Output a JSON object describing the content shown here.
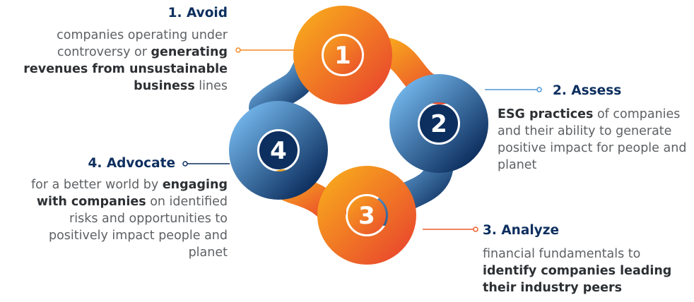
{
  "steps": [
    {
      "number": "1",
      "title": "1. Avoid",
      "desc": [
        {
          "text": "companies operating under controversy or ",
          "bold": false
        },
        {
          "text": "generating revenues from unsustainable business",
          "bold": true
        },
        {
          "text": " lines",
          "bold": false
        }
      ],
      "color": "#f28a24"
    },
    {
      "number": "2",
      "title": "2. Assess",
      "desc": [
        {
          "text": "ESG practices",
          "bold": true
        },
        {
          "text": " of companies and their ability to generate positive impact for people and planet",
          "bold": false
        }
      ],
      "color": "#4f97d6"
    },
    {
      "number": "3",
      "title": "3. Analyze",
      "desc": [
        {
          "text": "financial fundamentals to ",
          "bold": false
        },
        {
          "text": "identify companies leading their industry peers",
          "bold": true
        }
      ],
      "color": "#ef5d2a"
    },
    {
      "number": "4",
      "title": "4. Advocate",
      "desc": [
        {
          "text": "for a better world by ",
          "bold": false
        },
        {
          "text": "engaging with companies",
          "bold": true
        },
        {
          "text": " on identified risks and opportunities to positively impact people and planet",
          "bold": false
        }
      ],
      "color": "#0d2f5f"
    }
  ]
}
